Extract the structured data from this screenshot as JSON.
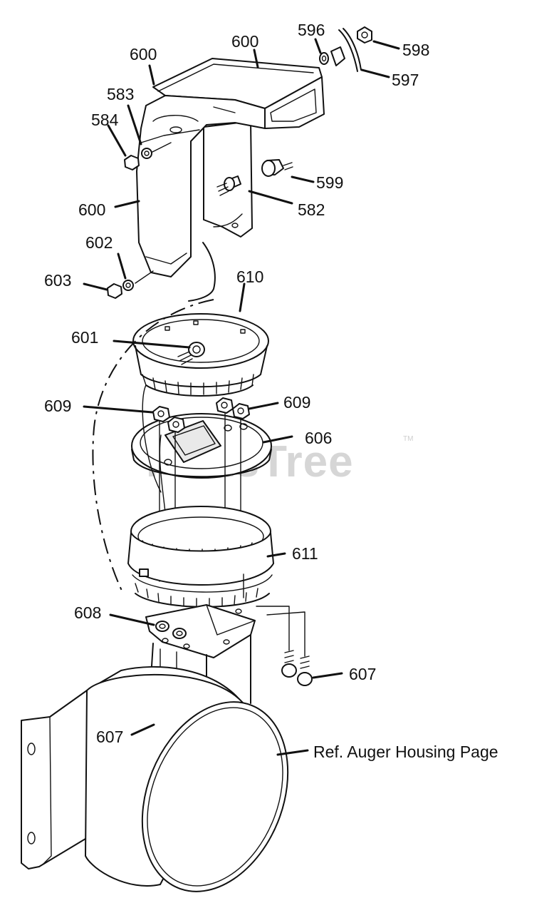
{
  "watermark": {
    "text": "PartsTree",
    "mark": "TM"
  },
  "reference_note": "Ref. Auger Housing Page",
  "part_labels": {
    "p600a": "600",
    "p600b": "600",
    "p600c": "600",
    "p596": "596",
    "p598": "598",
    "p597": "597",
    "p583": "583",
    "p584": "584",
    "p599": "599",
    "p582": "582",
    "p602": "602",
    "p603": "603",
    "p610": "610",
    "p601": "601",
    "p609a": "609",
    "p609b": "609",
    "p606": "606",
    "p611": "611",
    "p608": "608",
    "p607a": "607",
    "p607b": "607"
  }
}
